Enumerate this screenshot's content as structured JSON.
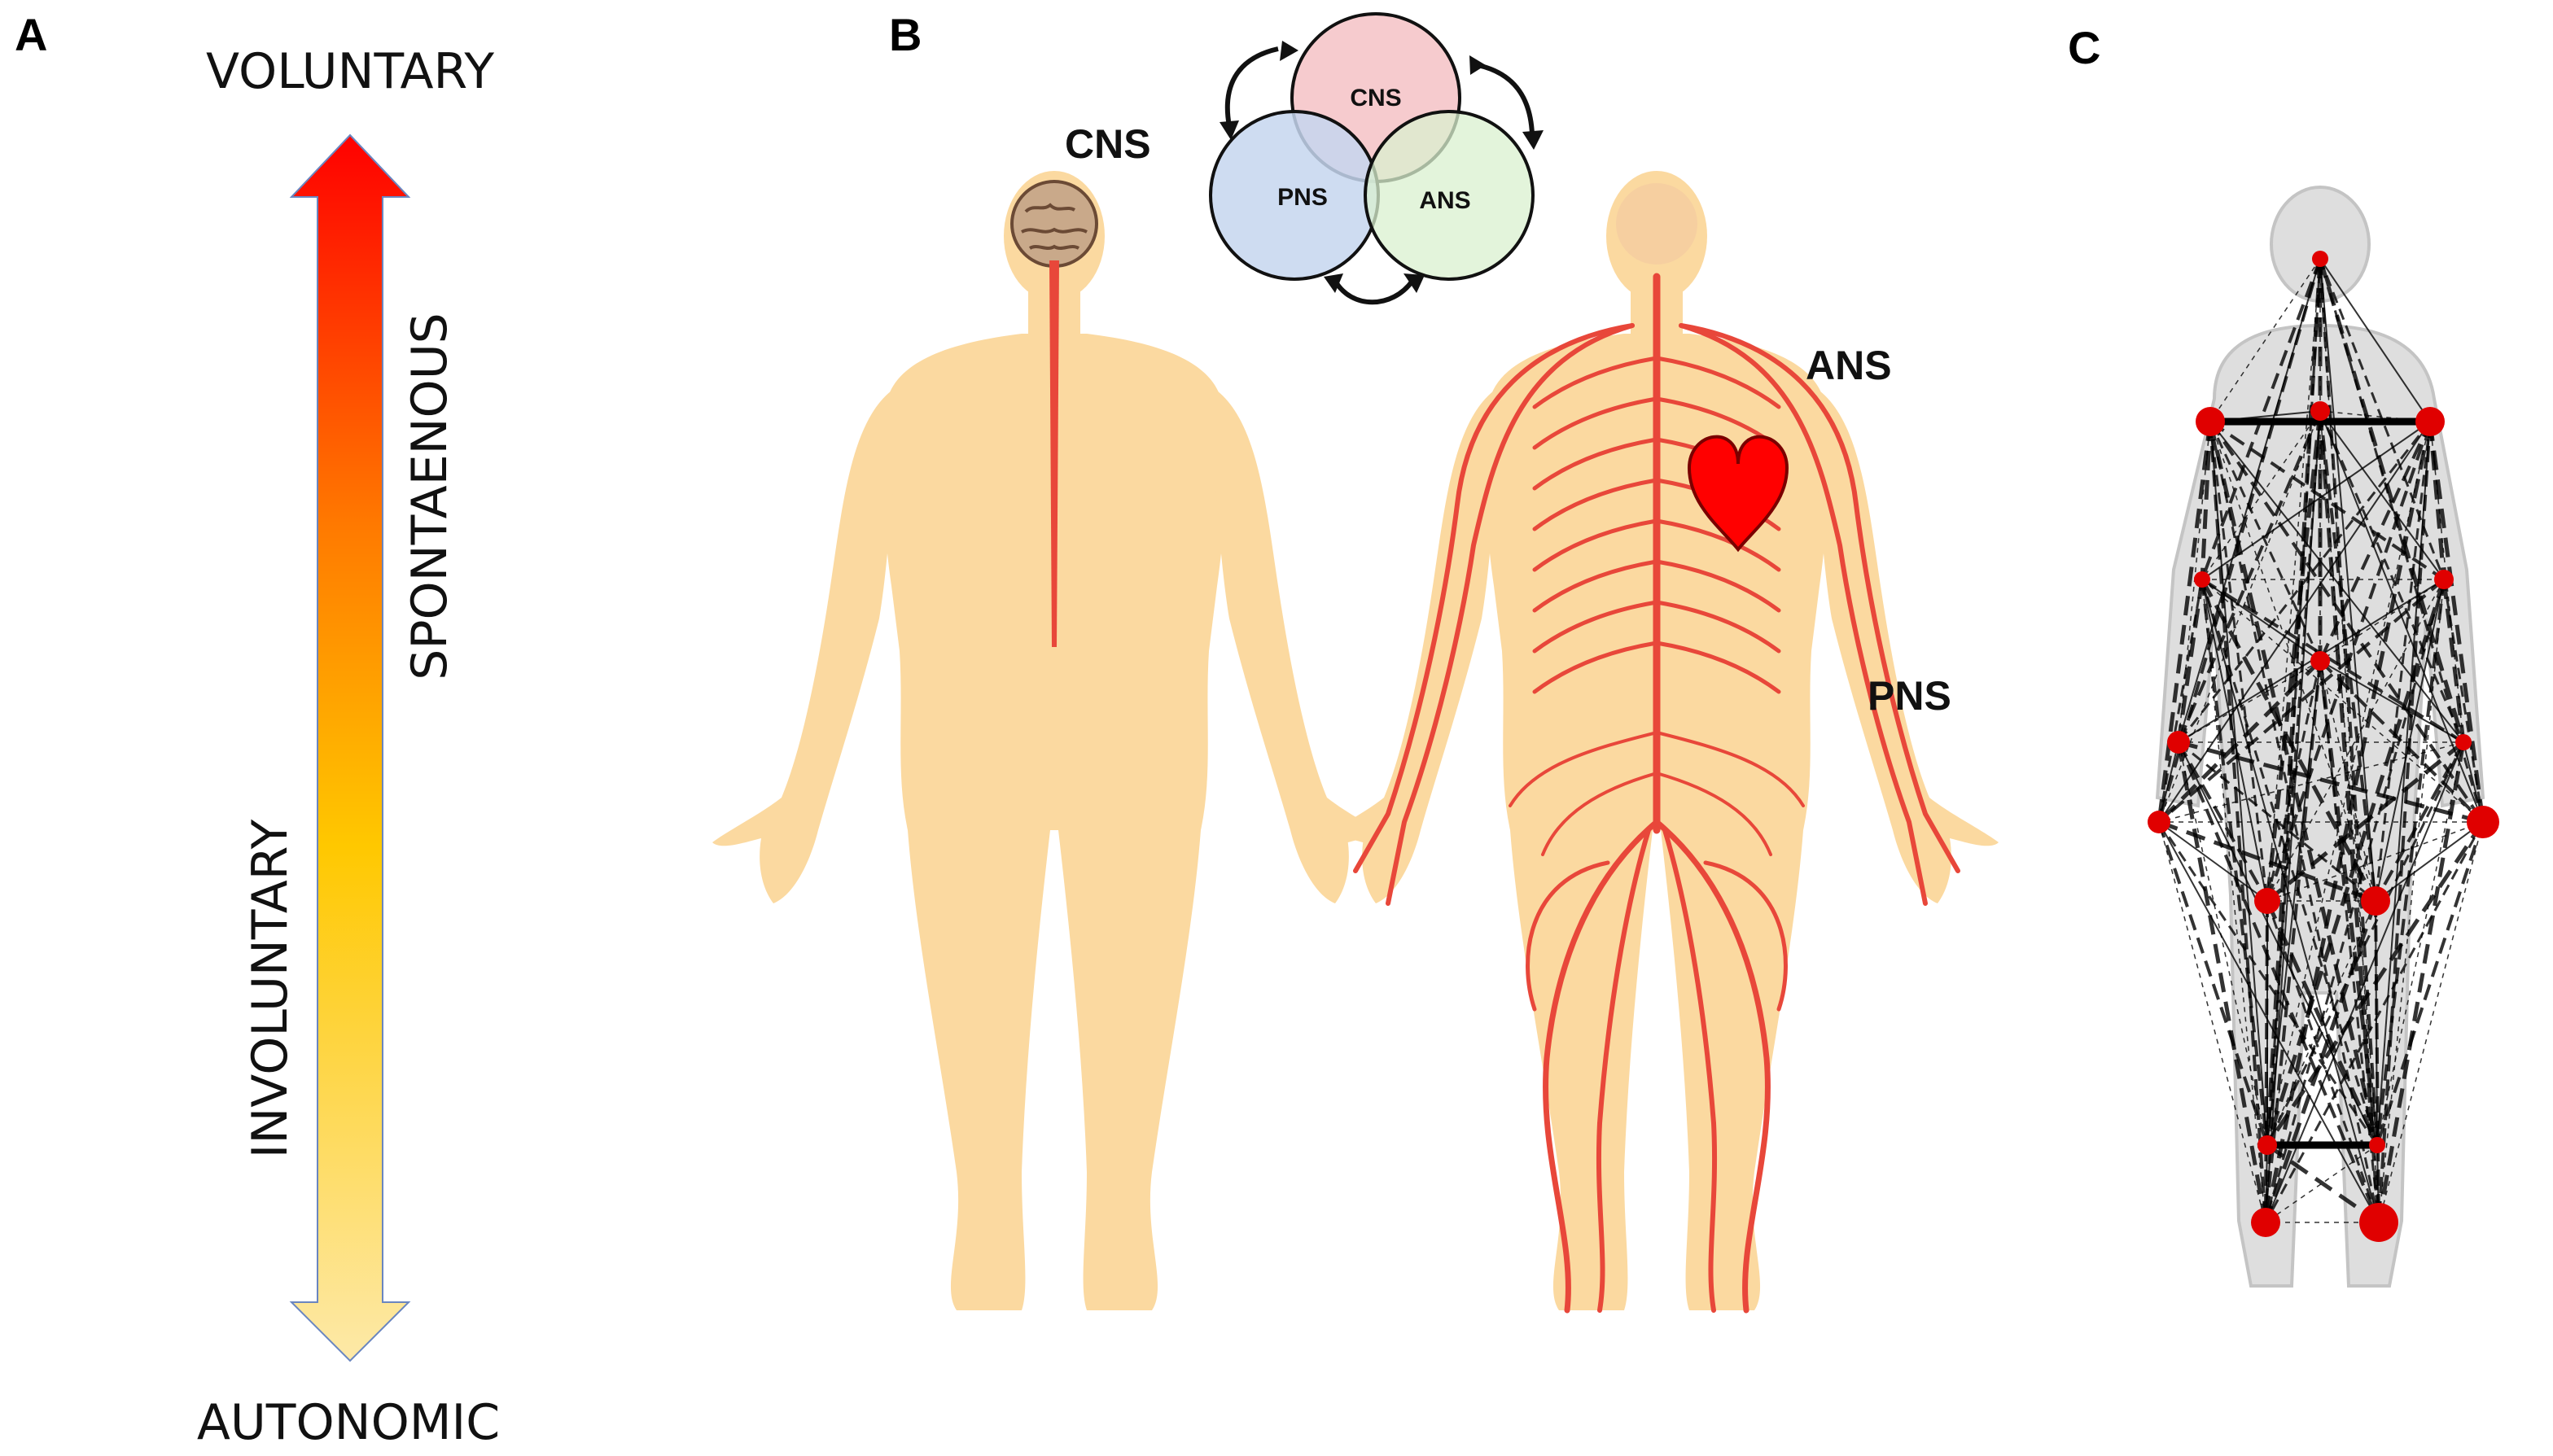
{
  "panels": {
    "a": {
      "letter": "A",
      "top_label": "VOLUNTARY",
      "bottom_label": "AUTONOMIC",
      "right_label": "SPONTAENOUS",
      "left_label": "INVOLUNTARY",
      "gradient_colors": [
        "#ff0000",
        "#ff7a00",
        "#ffc800",
        "#fde9a8"
      ]
    },
    "b": {
      "letter": "B",
      "figure_left_label": "CNS",
      "figure_right_label_top": "ANS",
      "figure_right_label_bottom": "PNS",
      "venn": {
        "top": "CNS",
        "left": "PNS",
        "right": "ANS",
        "colors": {
          "top": "#f4c2c6",
          "left": "#c6d6ee",
          "right": "#d9f0cf"
        }
      },
      "body_color": "#fbd9a0",
      "nerve_color": "#e8473a",
      "heart_color": "#ff0000"
    },
    "c": {
      "letter": "C",
      "node_color": "#e00000",
      "edge_color": "#000000",
      "silhouette_color": "#cfcfcf"
    }
  }
}
